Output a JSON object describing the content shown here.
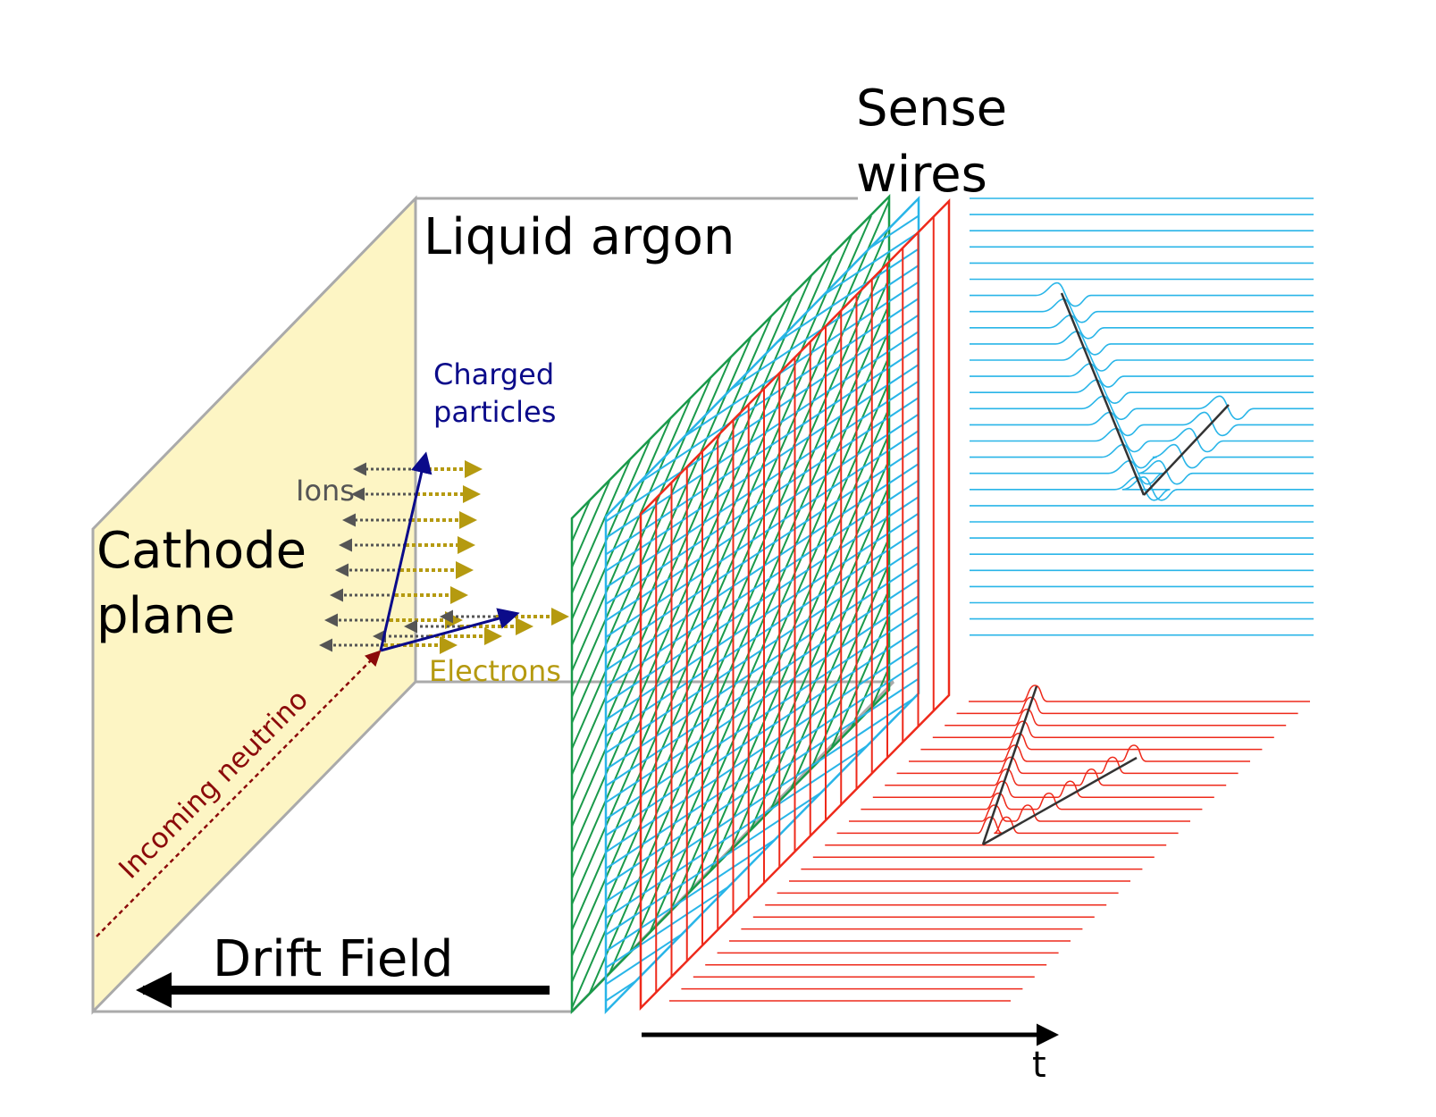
{
  "labels": {
    "sense_wires_line1": "Sense",
    "sense_wires_line2": "wires",
    "liquid_argon": "Liquid argon",
    "cathode_line1": "Cathode",
    "cathode_line2": "plane",
    "charged_line1": "Charged",
    "charged_line2": "particles",
    "ions": "Ions",
    "electrons": "Electrons",
    "incoming_neutrino": "Incoming neutrino",
    "drift_field": "Drift Field",
    "time_axis": "t"
  },
  "colors": {
    "cathode_fill": "#fdf5c4",
    "box_edge": "#aaaaaa",
    "green_wire": "#1a9a4a",
    "blue_wire": "#29b5e8",
    "red_wire": "#ee2a1b",
    "charged": "#0b0b8a",
    "ions": "#555555",
    "electrons": "#b59a10",
    "neutrino": "#8b0a0a",
    "black": "#000000",
    "signal_track": "#333333"
  },
  "icons": {
    "drift_arrow": "left-arrow",
    "time_arrow": "right-arrow"
  }
}
